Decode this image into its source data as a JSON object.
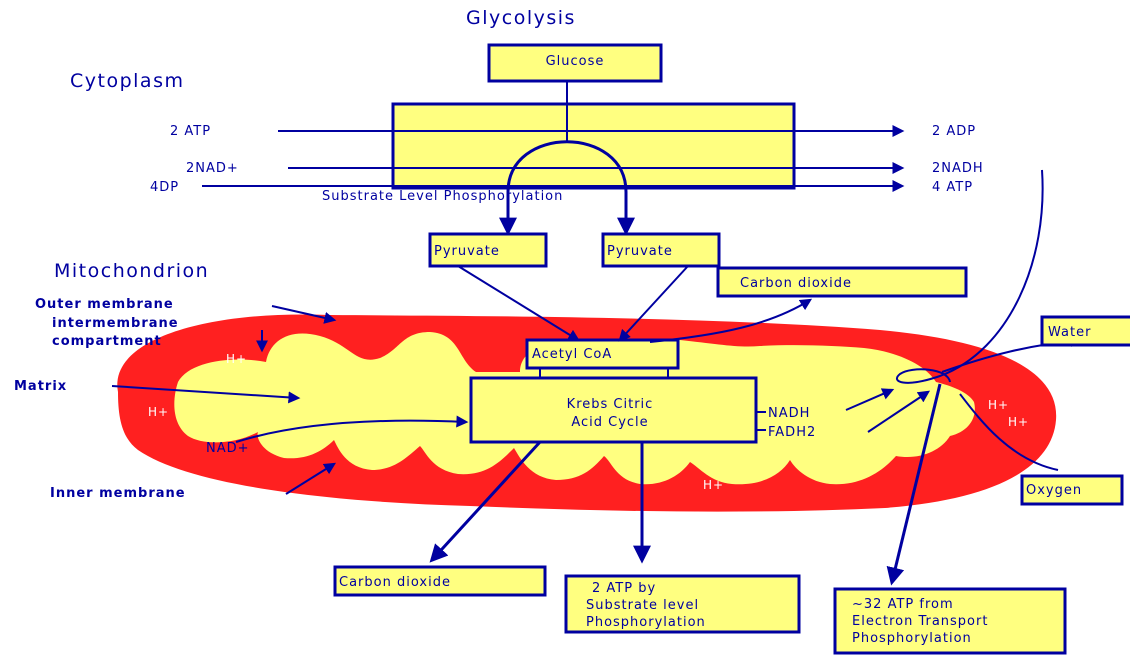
{
  "title": "Glycolysis",
  "regions": {
    "cytoplasm": "Cytoplasm",
    "mitochondrion": "Mitochondrion"
  },
  "glycolysis": {
    "glucose": "Glucose",
    "atp_in": "2  ATP",
    "nad_in": "2NAD+",
    "dp_in": "4DP",
    "adp_out": "2 ADP",
    "nadh_out": "2NADH",
    "atp_out": "4 ATP",
    "substrate_label": "Substrate Level Phosphorylation",
    "pyruvate_left": "Pyruvate",
    "pyruvate_right": "Pyruvate"
  },
  "mito_labels": {
    "outer_membrane": "Outer membrane",
    "intermembrane_1": "intermembrane",
    "intermembrane_2": "compartment",
    "matrix": "Matrix",
    "inner_membrane": "Inner membrane"
  },
  "krebs": {
    "carbon_dioxide_top": "Carbon dioxide",
    "acetyl_coa": "Acetyl CoA",
    "cycle_line1": "Krebs Citric",
    "cycle_line2": "Acid Cycle",
    "nadh": "NADH",
    "fadh2": "FADH2",
    "nad_plus": "NAD+",
    "h_plus": "H+"
  },
  "etc": {
    "water": "Water",
    "oxygen": "Oxygen"
  },
  "outputs": {
    "carbon_dioxide_bottom": "Carbon dioxide",
    "atp_substrate_1": "2 ATP by",
    "atp_substrate_2": "Substrate level",
    "atp_substrate_3": "Phosphorylation",
    "atp_etc_1": "~32 ATP from",
    "atp_etc_2": "Electron Transport",
    "atp_etc_3": "Phosphorylation"
  },
  "colors": {
    "ink": "#0000a0",
    "box_fill": "#ffff80",
    "mitochondrion_outer": "#ff2020",
    "matrix_fill": "#ffff80"
  }
}
